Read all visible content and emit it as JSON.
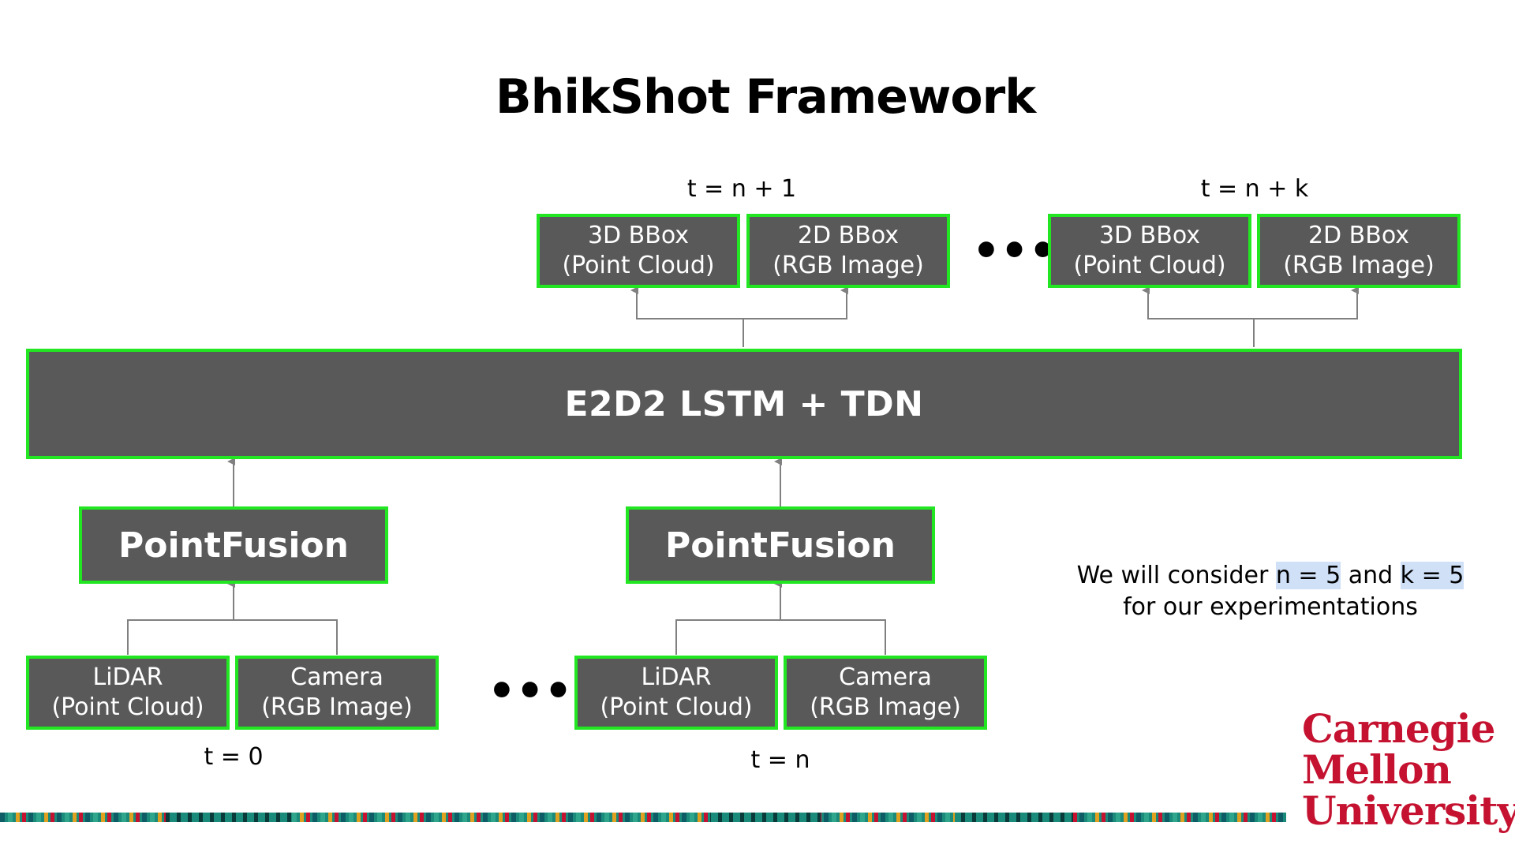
{
  "title": "BhikShot Framework",
  "time_labels": {
    "top_left": "t = n + 1",
    "top_right": "t = n + k",
    "bottom_left": "t = 0",
    "bottom_right": "t = n"
  },
  "outputs_group1": {
    "box3d": {
      "line1": "3D BBox",
      "line2": "(Point Cloud)"
    },
    "box2d": {
      "line1": "2D BBox",
      "line2": "(RGB Image)"
    }
  },
  "outputs_group2": {
    "box3d": {
      "line1": "3D BBox",
      "line2": "(Point Cloud)"
    },
    "box2d": {
      "line1": "2D BBox",
      "line2": "(RGB Image)"
    }
  },
  "ellipsis": "•••",
  "main_block": "E2D2 LSTM + TDN",
  "fusion_left": "PointFusion",
  "fusion_right": "PointFusion",
  "inputs_group1": {
    "lidar": {
      "line1": "LiDAR",
      "line2": "(Point Cloud)"
    },
    "camera": {
      "line1": "Camera",
      "line2": "(RGB Image)"
    }
  },
  "inputs_group2": {
    "lidar": {
      "line1": "LiDAR",
      "line2": "(Point Cloud)"
    },
    "camera": {
      "line1": "Camera",
      "line2": "(RGB Image)"
    }
  },
  "note": {
    "prefix": "We will consider ",
    "n_value": "n = 5",
    "middle": " and ",
    "k_value": "k = 5",
    "line2": "for our experimentations"
  },
  "logo": {
    "line1": "Carnegie",
    "line2": "Mellon",
    "line3": "University"
  },
  "colors": {
    "box_fill": "#595959",
    "box_border": "#22e622",
    "connector": "#808080",
    "logo": "#c41230",
    "highlight": "#cfe0f7"
  }
}
